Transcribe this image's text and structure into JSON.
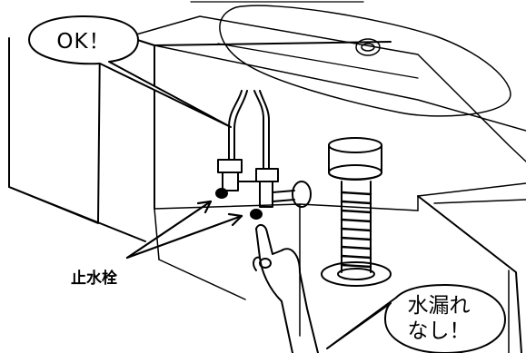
{
  "callouts": {
    "ok": "OK！",
    "valve": "止水栓",
    "leak_line1": "水漏れ",
    "leak_line2": "なし！"
  }
}
